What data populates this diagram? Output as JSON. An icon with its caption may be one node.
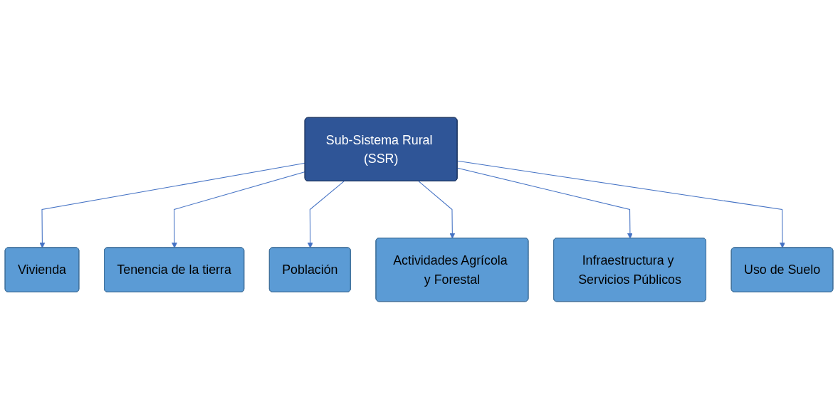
{
  "diagram": {
    "nodes": [
      {
        "text": [
          "Sub-Sistema Rural (SSR)"
        ]
      },
      {
        "text": [
          "Vivienda"
        ]
      },
      {
        "text": [
          "Tenencia de la tierra"
        ]
      },
      {
        "text": [
          "Población"
        ]
      },
      {
        "text": [
          "Actividades Agrícola y Forestal"
        ]
      },
      {
        "text": [
          "Infraestructura y Servicios Públicos"
        ]
      },
      {
        "text": [
          "Uso de Suelo"
        ]
      }
    ],
    "edges": [
      {
        "from": 0,
        "to": 1,
        "arrow": "to"
      },
      {
        "from": 0,
        "to": 2,
        "arrow": "to"
      },
      {
        "from": 0,
        "to": 3,
        "arrow": "to"
      },
      {
        "from": 0,
        "to": 4,
        "arrow": "to"
      },
      {
        "from": 0,
        "to": 5,
        "arrow": "to"
      },
      {
        "from": 0,
        "to": 6,
        "arrow": "to"
      }
    ]
  }
}
